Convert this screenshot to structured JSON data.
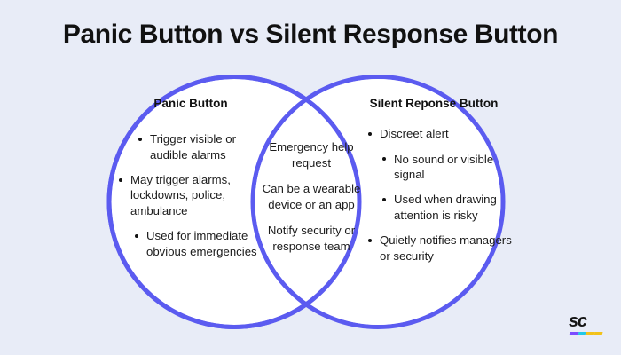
{
  "page": {
    "title": "Panic Button vs Silent Response Button",
    "background_color": "#e8ecf7"
  },
  "venn": {
    "stroke_color": "#5b5bf0",
    "fill_color": "#ffffff",
    "left": {
      "heading": "Panic Button",
      "items": [
        "Trigger visible or audible alarms",
        "May trigger alarms, lockdowns, police, ambulance",
        "Used for immediate obvious emergencies"
      ]
    },
    "center": {
      "lines": [
        "Emergency help request",
        "Can be a wearable device or an app",
        "Notify security or response team"
      ]
    },
    "right": {
      "heading": "Silent Reponse Button",
      "items": [
        "Discreet alert",
        "No sound or visible signal",
        "Used when drawing attention is risky",
        "Quietly notifies managers or security"
      ]
    }
  },
  "logo": {
    "wordmark": "sc",
    "stripe_colors": [
      "#7b4dff",
      "#23c8e6",
      "#f2c21a",
      "#f2c21a"
    ]
  }
}
